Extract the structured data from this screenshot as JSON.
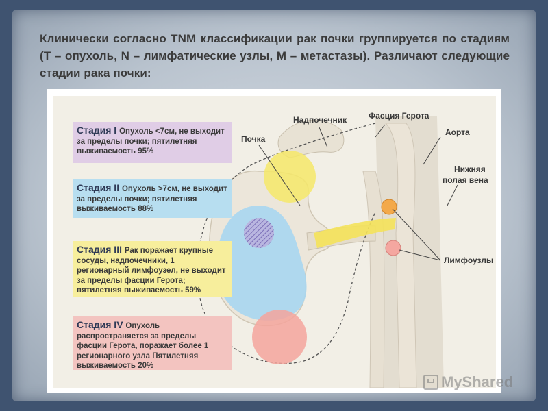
{
  "intro_text": "Клинически согласно TNM классификации рак почки группируется по стадиям (Т – опухоль, N – лимфатические узлы, М – метастазы). Различают следующие стадии рака почки:",
  "stages": [
    {
      "title": "Стадия I",
      "text": "Опухоль <7см, не выходит за пределы почки; пятилетняя выживаемость 95%",
      "color": "#e0cde6"
    },
    {
      "title": "Стадия II",
      "text": "Опухоль >7см, не выходит за пределы почки; пятилетняя выживаемость 88%",
      "color": "#b7def0"
    },
    {
      "title": "Стадия III",
      "text": "Рак поражает крупные сосуды, надпочечники, 1 регионарный лимфоузел, не выходит за пределы фасции Герота; пятилетняя выживаемость 59%",
      "color": "#f7ee9c"
    },
    {
      "title": "Стадия IV",
      "text": "Опухоль распространяется за пределы фасции Герота, поражает более 1 регионарного узла Пятилетняя выживаемость 20%",
      "color": "#f3c4c0"
    }
  ],
  "labels": {
    "adrenal": "Надпочечник",
    "gerota": "Фасция Герота",
    "kidney": "Почка",
    "aorta": "Аорта",
    "ivc_line1": "Нижняя",
    "ivc_line2": "полая вена",
    "lymph": "Лимфоузлы"
  },
  "watermark": "MyShared"
}
